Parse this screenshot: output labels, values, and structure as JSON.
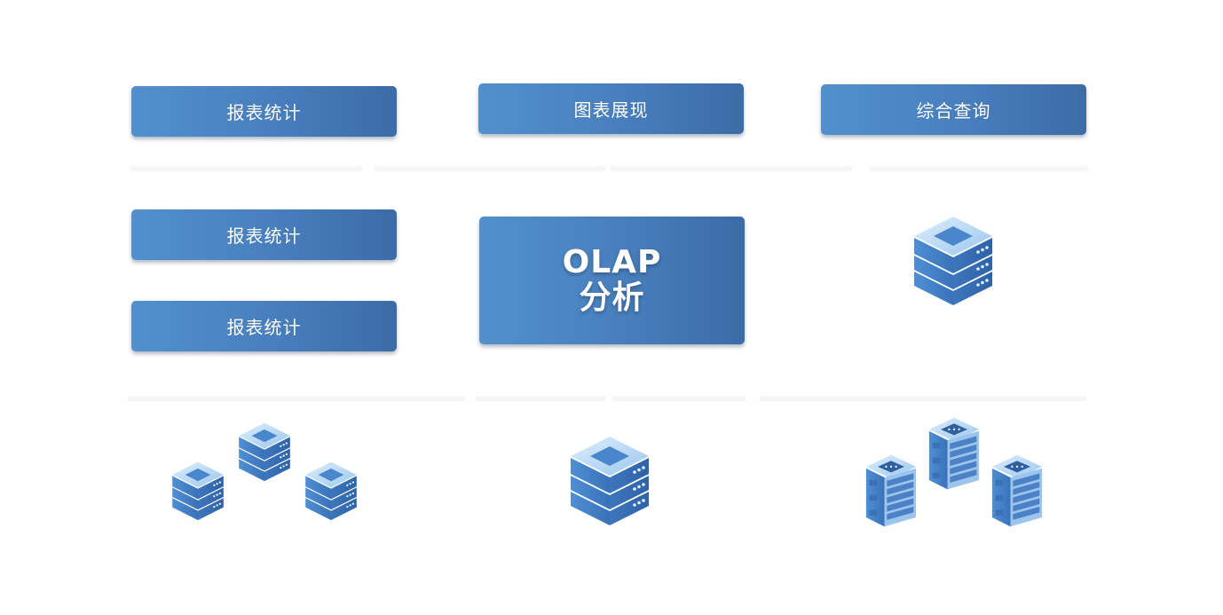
{
  "top_row": [
    {
      "label": "报表统计"
    },
    {
      "label": "图表展现"
    },
    {
      "label": "综合查询"
    }
  ],
  "middle_left": [
    {
      "label": "报表统计"
    },
    {
      "label": "报表统计"
    }
  ],
  "center": {
    "line1": "OLAP",
    "line2": "分析"
  },
  "icons": {
    "middle_right": "database-server-icon",
    "bottom_left": "database-cluster-icon",
    "bottom_center": "database-server-icon",
    "bottom_right": "server-rack-cluster-icon"
  },
  "colors": {
    "box_start": "#5190cd",
    "box_end": "#3b6ca8",
    "text": "#ffffff"
  }
}
